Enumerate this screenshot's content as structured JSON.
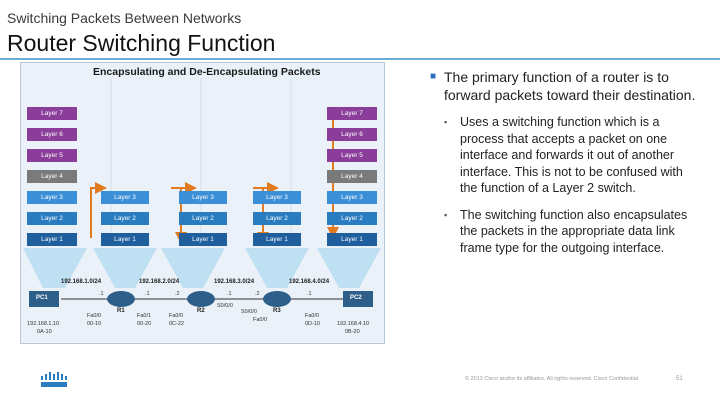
{
  "header": {
    "subtitle": "Switching Packets Between Networks",
    "title": "Router Switching Function"
  },
  "figure": {
    "title": "Encapsulating and De-Encapsulating Packets",
    "left_stack": [
      "Layer 7",
      "Layer 6",
      "Layer 5",
      "Layer 4",
      "Layer 3",
      "Layer 2",
      "Layer 1"
    ],
    "router_stack": [
      "Layer 3",
      "Layer 2",
      "Layer 1"
    ],
    "right_stack": [
      "Layer 7",
      "Layer 6",
      "Layer 5",
      "Layer 4",
      "Layer 3",
      "Layer 2",
      "Layer 1"
    ],
    "networks": [
      "192.168.1.0/24",
      "192.168.2.0/24",
      "192.168.3.0/24",
      "192.168.4.0/24"
    ],
    "devices": {
      "pc1": "PC1",
      "r1": "R1",
      "r2": "R2",
      "r3": "R3",
      "pc2": "PC2"
    },
    "pc1_addr": [
      "192.168.1.10",
      "0A-10"
    ],
    "pc2_addr": [
      "192.168.4.10",
      "0B-20"
    ],
    "small_labels": [
      ".1",
      ".1",
      ".2",
      ".1",
      ".2",
      ".1",
      "Fa0/0",
      "Fa0/1",
      "Fa0/0",
      "S0/0/0",
      "Fa0/0",
      "00-10",
      "00-20",
      "0C-22",
      "0D-10",
      "S0/0/0",
      "Fa0/0"
    ],
    "colors": {
      "layer_upper": "#8a3e9a",
      "layer4": "#7a7a7a",
      "layer3": "#3a8fd6",
      "layer2": "#2a7cc0",
      "layer1": "#1f5f9e",
      "arrow": "#e07b20",
      "router": "#2e5f8a"
    }
  },
  "bullets": {
    "main": "The primary function of a router is to forward packets toward their destination.",
    "sub": [
      "Uses a switching function which is a process that accepts a packet on one interface and forwards it out of another interface. This is not to be confused with the function of a Layer 2 switch.",
      "The switching function also encapsulates the packets in the appropriate data link frame type for the outgoing interface."
    ]
  },
  "footer": {
    "text": "© 2013 Cisco and/or its affiliates. All rights reserved.    Cisco Confidential",
    "page": "51"
  }
}
